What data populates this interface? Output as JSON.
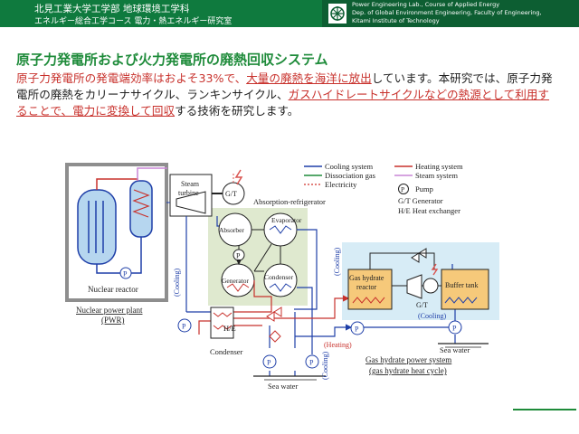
{
  "header": {
    "university": "北見工業大学工学部 地球環境工学科",
    "course": "エネルギー総合工学コース 電力・熱エネルギー研究室",
    "lab_en": [
      "Power Engineering Lab., Course of Applied Energy",
      "Dep. of Global Environment Engineering, Faculty of Engineering,",
      "Kitami Institute of Technology"
    ]
  },
  "slide": {
    "title": "原子力発電所および火力発電所の廃熱回収システム",
    "body": {
      "p1": "原子力発電所の発電端効率はおよそ33%で、",
      "p2": "大量の廃熱を海洋に放出",
      "p3": "しています。本研究では、原子力発電所の廃熱をカリーナサイクル、ランキンサイクル、",
      "p4": "ガスハイドレートサイクルなどの熱源として利用することで、電力に変換して回収",
      "p5": "する技術を研究します。"
    }
  },
  "diagram": {
    "legend": {
      "cooling": "Cooling system",
      "dissociation": "Dissociation gas",
      "electricity": "Electricity",
      "heating": "Heating system",
      "steam": "Steam system",
      "pump": "Pump",
      "gt": "G/T Generator",
      "he": "H/E Heat exchanger",
      "p_symbol": "P"
    },
    "labels": {
      "nuclear_reactor": "Nuclear reactor",
      "npp1": "Nuclear power plant",
      "npp2": "(PWR)",
      "steam_turbine1": "Steam",
      "steam_turbine2": "turbine",
      "gt": "G/T",
      "absorption": "Absorption-refrigerator",
      "absorber": "Absorber",
      "evaporator": "Evaporator",
      "generator": "Generator",
      "condenser_inner": "Condenser",
      "condenser": "Condenser",
      "he": "H/E",
      "cooling1": "(Cooling)",
      "cooling2": "(Cooling)",
      "cooling3": "(Cooling)",
      "cooling4": "(Cooling)",
      "heating": "(Heating)",
      "gh_reactor1": "Gas hydrate",
      "gh_reactor2": "reactor",
      "buffer_tank": "Buffer tank",
      "gt2": "G/T",
      "sea_water1": "Sea water",
      "sea_water2": "Sea water",
      "ghps1": "Gas hydrate power system",
      "ghps2": "(gas hydrate heat cycle)"
    },
    "colors": {
      "cooling": "#1f3fa8",
      "heating": "#c8312c",
      "steam": "#c986d6",
      "electricity": "#d9534f",
      "green_zone": "#dfe9cf",
      "blue_zone": "#d7ecf6"
    }
  }
}
